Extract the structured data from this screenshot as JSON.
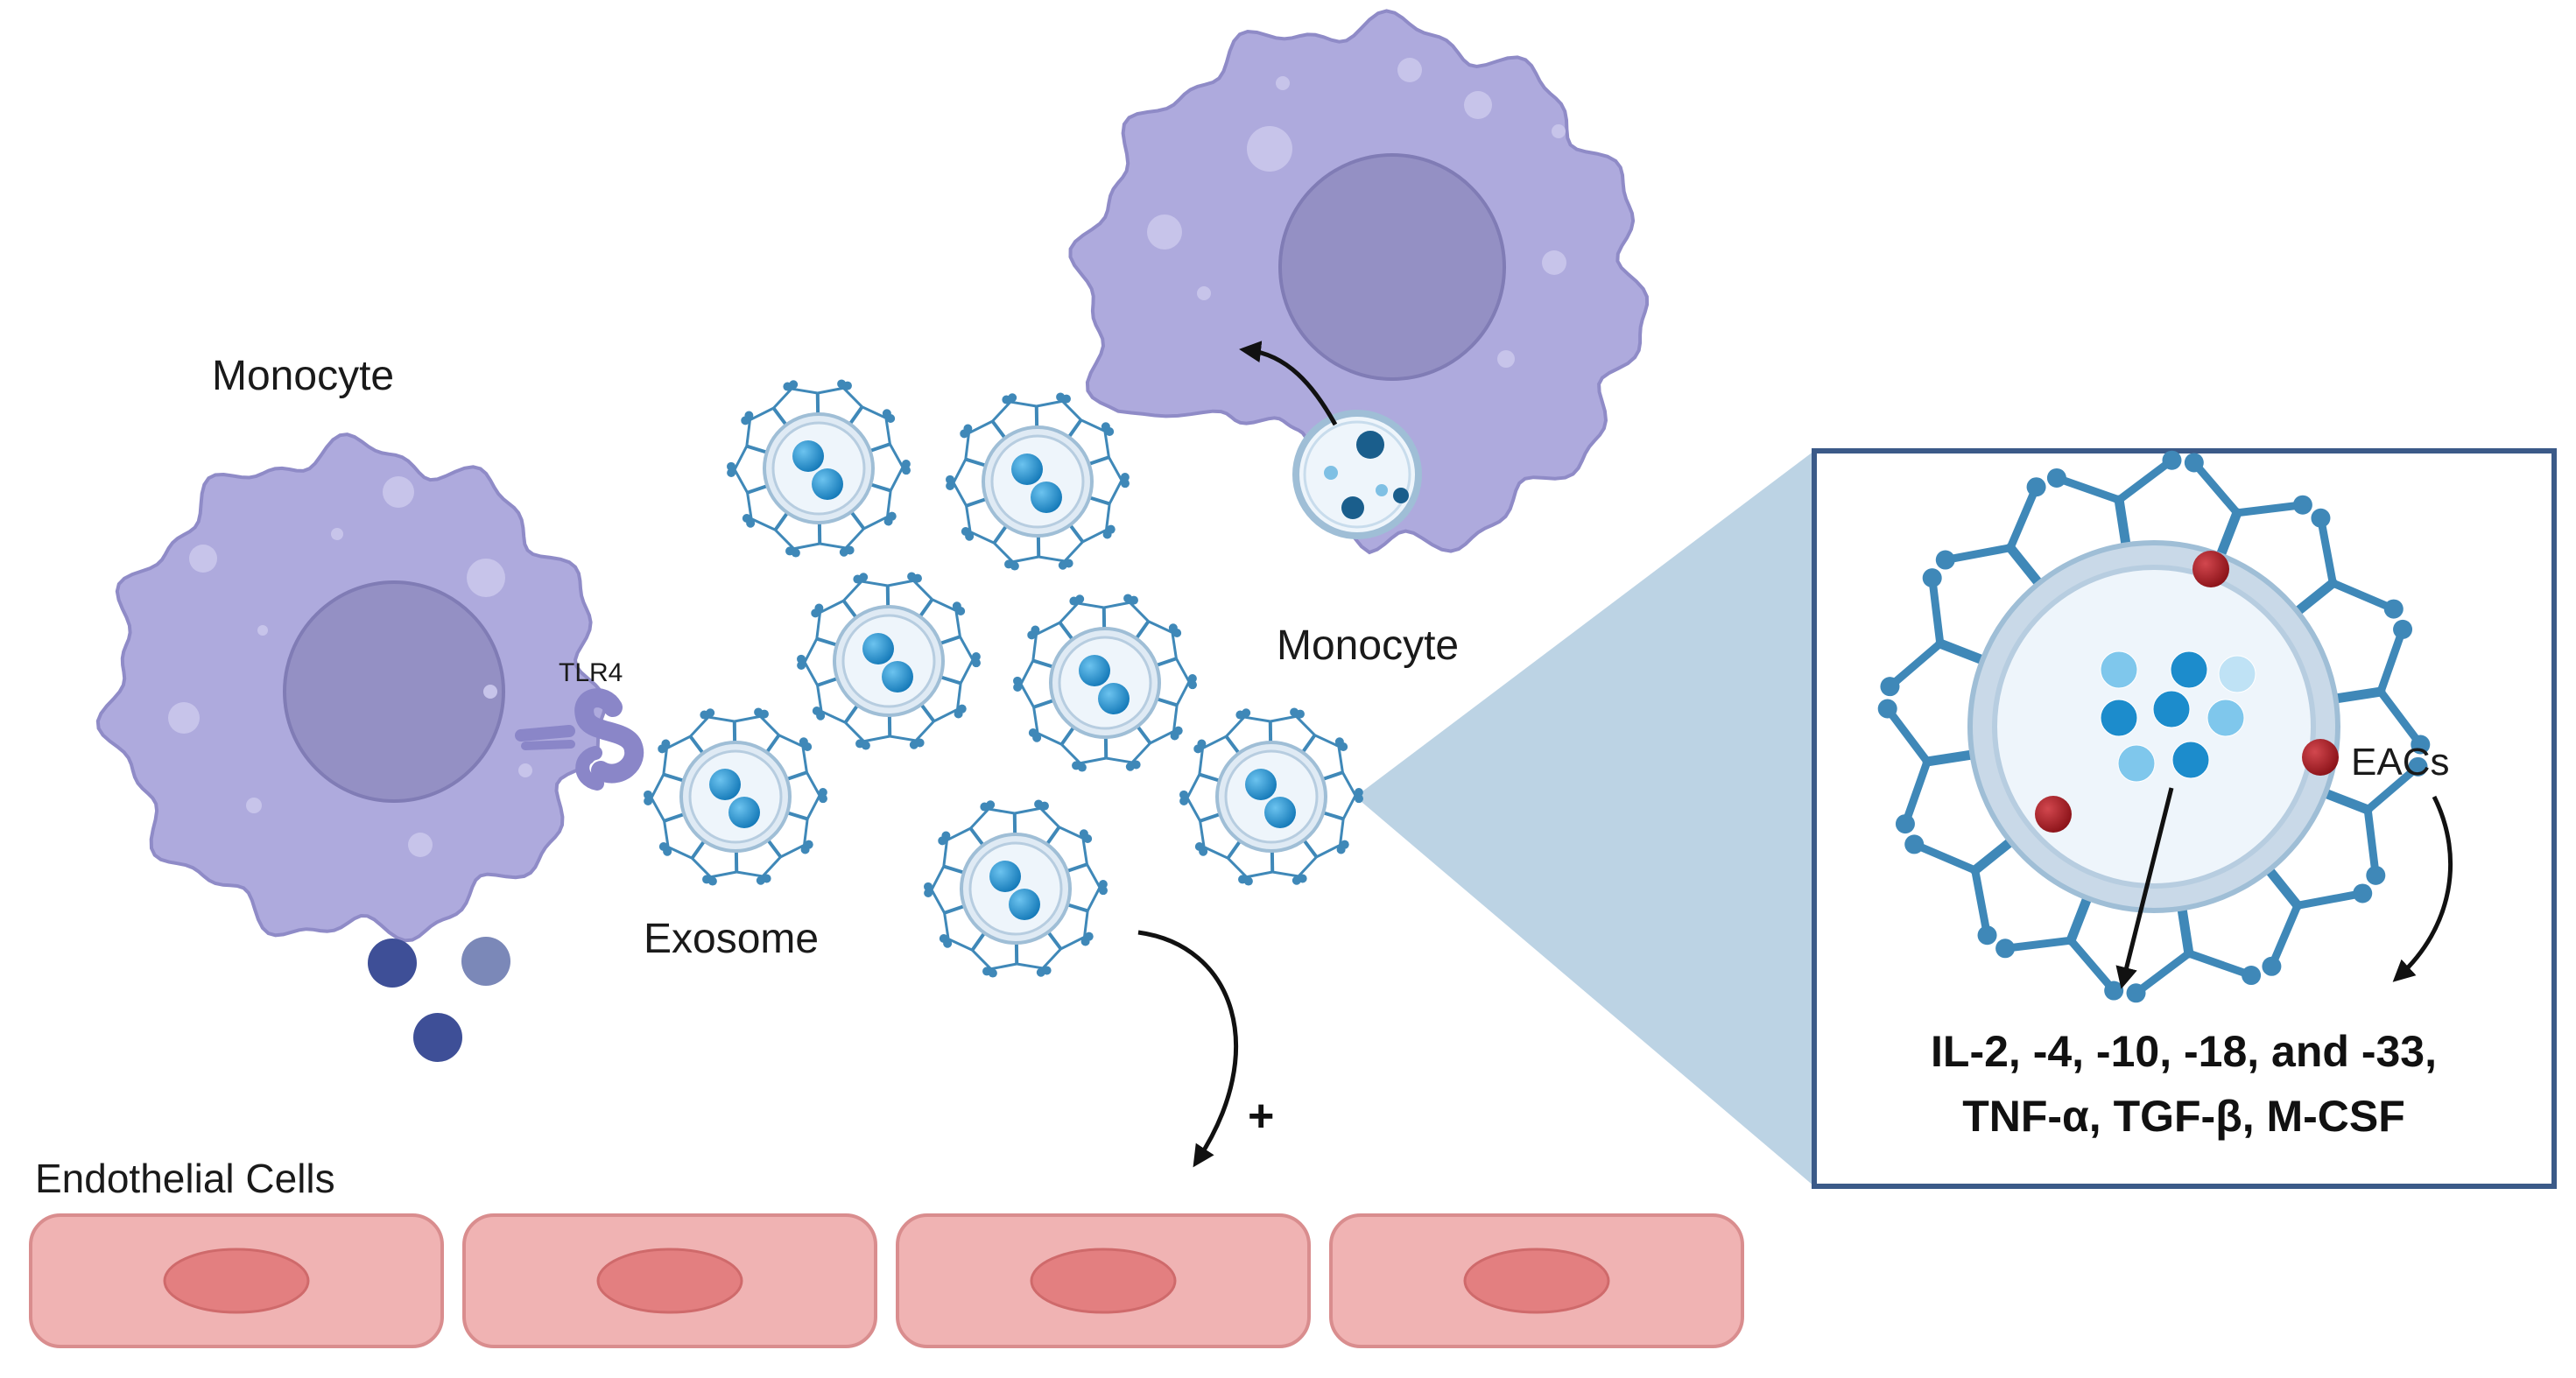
{
  "labels": {
    "monocyte_left": "Monocyte",
    "monocyte_right": "Monocyte",
    "tlr4": "TLR4",
    "exosome": "Exosome",
    "endothelial": "Endothelial Cells",
    "plus": "+",
    "eacs": "EACs",
    "cytokines_line1": "IL-2, -4, -10, -18, and -33,",
    "cytokines_line2": "TNF-α, TGF-β, M-CSF"
  },
  "colors": {
    "cell_body": "#aeaadd",
    "cell_outline": "#8f8bc7",
    "nucleus": "#9490c4",
    "exosome_membrane": "#9fbed6",
    "exosome_fill": "#eef5fb",
    "cargo": "#1c8ccc",
    "receptor": "#3f88b8",
    "eac_dot": "#a32028",
    "endothelial_fill": "#f0b3b3",
    "endothelial_nucleus": "#e37f80",
    "zoom_fill": "#bcd3e4",
    "inset_border": "#3b5a88"
  }
}
